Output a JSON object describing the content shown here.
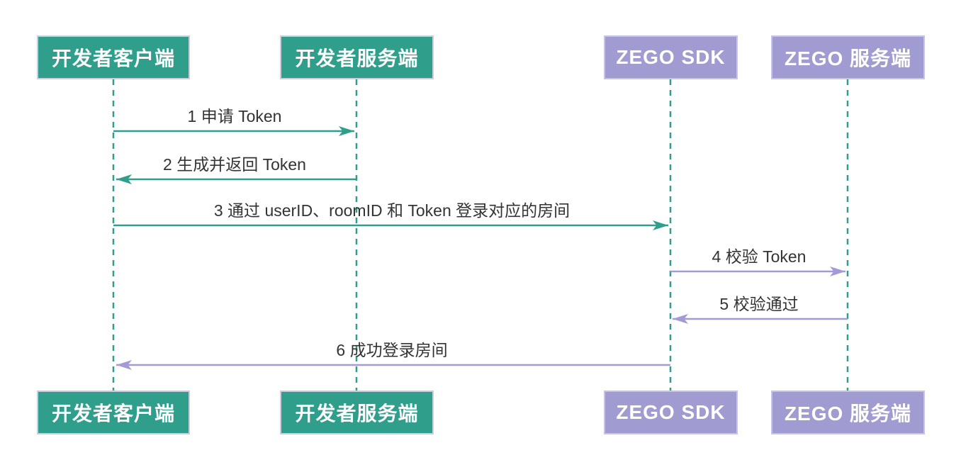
{
  "diagram": {
    "type": "sequence-diagram",
    "background": "#ffffff",
    "colors": {
      "teal": "#2F9E8A",
      "purple": "#A09BD1",
      "purple_arrow": "#A19CD6",
      "actor_border_teal": "#C9CDDF",
      "actor_border_purple": "#C6C3E4",
      "actor_text": "#ffffff",
      "message_text": "#333333",
      "lifeline": "#2F9E8A"
    },
    "actors": [
      {
        "id": "dev-client",
        "label": "开发者客户端",
        "color_role": "teal"
      },
      {
        "id": "dev-server",
        "label": "开发者服务端",
        "color_role": "teal"
      },
      {
        "id": "zego-sdk",
        "label": "ZEGO SDK",
        "color_role": "purple"
      },
      {
        "id": "zego-server",
        "label": "ZEGO 服务端",
        "color_role": "purple"
      }
    ],
    "messages": [
      {
        "seq": 1,
        "label": "1 申请 Token",
        "from": "开发者客户端",
        "to": "开发者服务端",
        "direction": "right",
        "color_role": "teal"
      },
      {
        "seq": 2,
        "label": "2 生成并返回 Token",
        "from": "开发者服务端",
        "to": "开发者客户端",
        "direction": "left",
        "color_role": "teal"
      },
      {
        "seq": 3,
        "label": "3 通过 userID、roomID 和 Token 登录对应的房间",
        "from": "开发者客户端",
        "to": "ZEGO SDK",
        "direction": "right",
        "color_role": "teal"
      },
      {
        "seq": 4,
        "label": "4 校验 Token",
        "from": "ZEGO SDK",
        "to": "ZEGO 服务端",
        "direction": "right",
        "color_role": "purple"
      },
      {
        "seq": 5,
        "label": "5 校验通过",
        "from": "ZEGO 服务端",
        "to": "ZEGO SDK",
        "direction": "left",
        "color_role": "purple"
      },
      {
        "seq": 6,
        "label": "6 成功登录房间",
        "from": "ZEGO SDK",
        "to": "开发者客户端",
        "direction": "left",
        "color_role": "purple"
      }
    ]
  }
}
